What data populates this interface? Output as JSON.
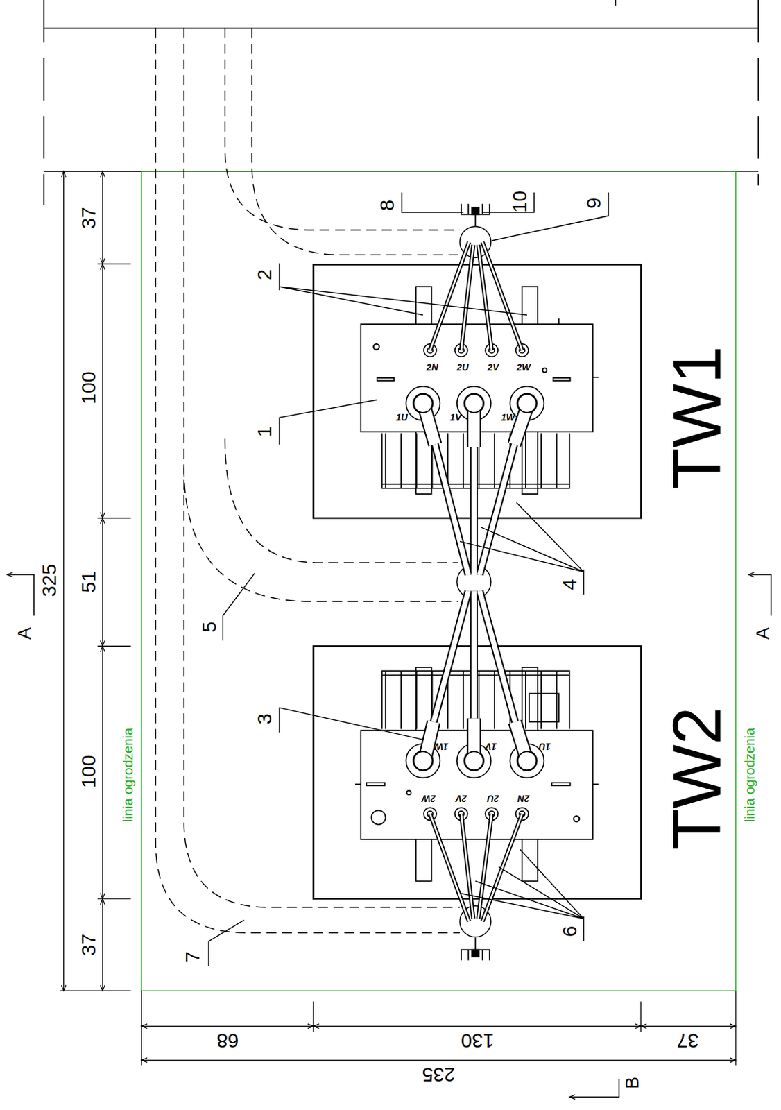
{
  "diagram": {
    "labels": [
      "325",
      "37",
      "100",
      "51",
      "100",
      "37",
      "A",
      "A",
      "B",
      "68",
      "130",
      "37",
      "235",
      "1",
      "2",
      "3",
      "4",
      "5",
      "6",
      "7",
      "8",
      "9",
      "10",
      "TW1",
      "TW2",
      "linia ogrodzenia",
      "linia ogrodzenia",
      "1U",
      "1V",
      "1W",
      "2N",
      "2U",
      "2V",
      "2W",
      "1W",
      "1V",
      "1U",
      "2W",
      "2V",
      "2U",
      "2N"
    ]
  }
}
